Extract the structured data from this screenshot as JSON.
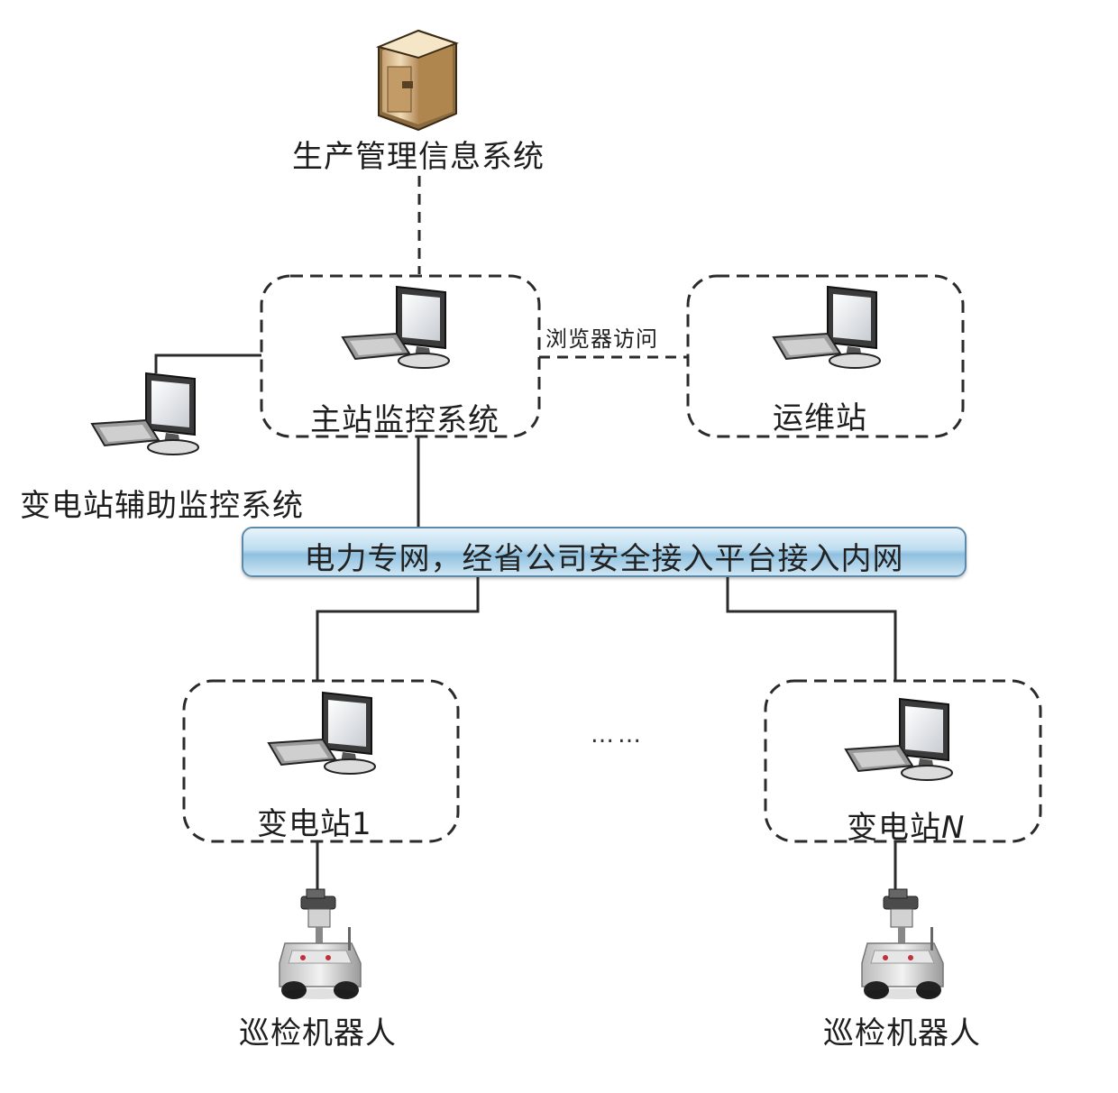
{
  "nodes": {
    "production_system": "生产管理信息系统",
    "master_station": "主站监控系统",
    "ops_station": "运维站",
    "aux_monitor": "变电站辅助监控系统",
    "substation_1": "变电站1",
    "substation_n_prefix": "变电站",
    "substation_n_suffix": "N",
    "robot_left": "巡检机器人",
    "robot_right": "巡检机器人"
  },
  "links": {
    "browser_access": "浏览器访问"
  },
  "network": {
    "label": "电力专网，经省公司安全接入平台接入内网"
  },
  "ellipsis": "……",
  "colors": {
    "line": "#2b2b2b",
    "network_fill": "#a9d1ea",
    "network_border": "#5d8aa8",
    "server": "#d9b98a"
  },
  "icons": [
    "server-icon",
    "computer-icon",
    "robot-icon"
  ]
}
